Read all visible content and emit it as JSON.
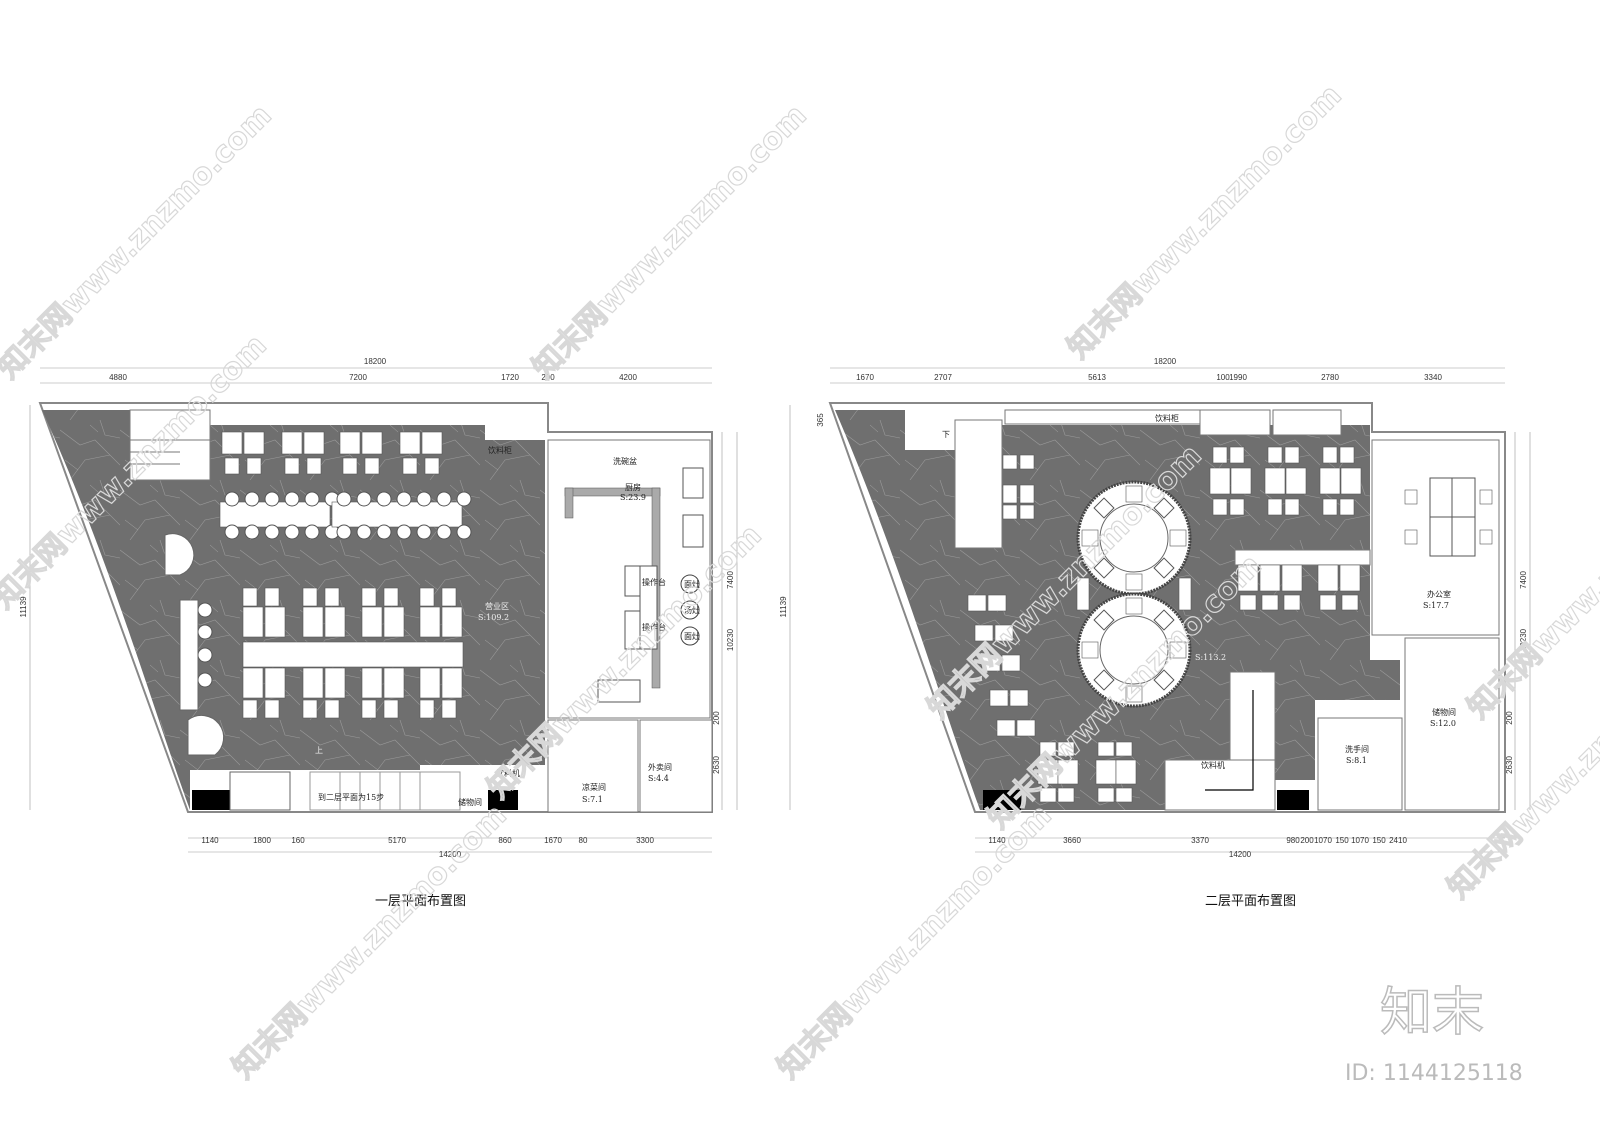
{
  "floor1": {
    "title": "一层平面布置图",
    "dims_top_total": "18200",
    "dims_top": [
      "4880",
      "7200",
      "1720",
      "200",
      "4200"
    ],
    "dims_left": "11139",
    "dims_right": [
      "7400",
      "10230",
      "200",
      "2630"
    ],
    "dims_bottom": [
      "1140",
      "1800",
      "160",
      "5170",
      "860",
      "1670",
      "80",
      "3300"
    ],
    "dims_bottom_total": "14200",
    "rooms": {
      "dining": "营业区",
      "dining_area": "S:109.2",
      "kitchen": "厨房",
      "kitchen_area": "S:23.9",
      "cold_dish": "凉菜间",
      "cold_dish_area": "S:7.1",
      "takeout": "外卖间",
      "takeout_area": "S:4.4",
      "storage": "储物间"
    },
    "labels": {
      "beverage_cabinet": "饮料柜",
      "dish_wash": "洗碗盆",
      "work_table_1": "操作台",
      "work_table_2": "操作台",
      "stove_1": "面灶",
      "stove_2": "汤灶",
      "stove_3": "面灶",
      "drink_machine": "饮料机",
      "stairs_up": "上",
      "stairs_note": "到二层平面为15步"
    }
  },
  "floor2": {
    "title": "二层平面布置图",
    "dims_top_total": "18200",
    "dims_top": [
      "1670",
      "2707",
      "5613",
      "100",
      "1990",
      "2780",
      "3340"
    ],
    "dims_left": "11139",
    "dims_left_small": "365",
    "dims_right": [
      "7400",
      "10230",
      "200",
      "2630"
    ],
    "dims_bottom": [
      "1140",
      "3660",
      "3370",
      "980",
      "200",
      "1070",
      "150",
      "1070",
      "150",
      "2410"
    ],
    "dims_bottom_total": "14200",
    "rooms": {
      "dining_area": "S:113.2",
      "office": "办公室",
      "office_area": "S:17.7",
      "storage": "储物间",
      "storage_area": "S:12.0",
      "washroom": "洗手间",
      "washroom_area": "S:8.1"
    },
    "labels": {
      "beverage_cabinet": "饮料柜",
      "drink_machine": "饮料机",
      "stairs_down": "下"
    }
  },
  "watermark": {
    "text": "知末网www.znzmo.com",
    "logo": "知末",
    "id": "ID: 1144125118"
  },
  "colors": {
    "marble": "#6f6f6f",
    "wall": "#888888",
    "paper": "#ffffff"
  }
}
